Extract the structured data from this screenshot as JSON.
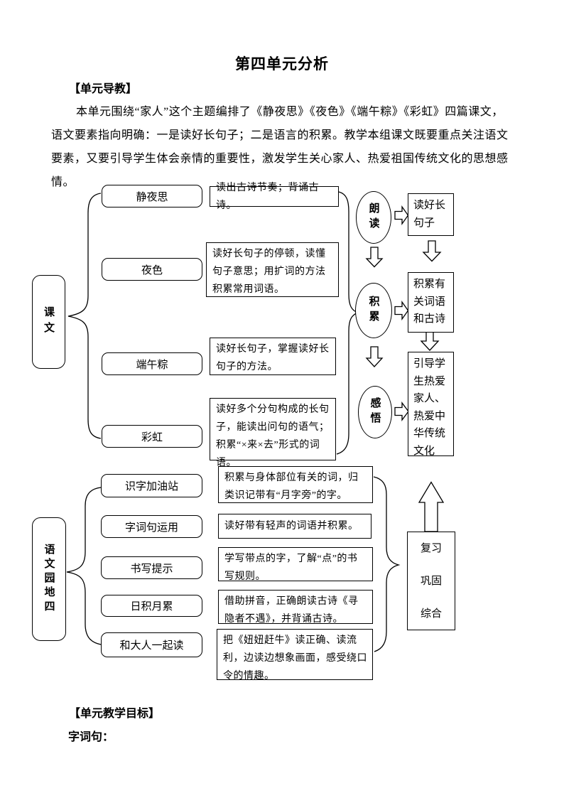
{
  "doc": {
    "title": "第四单元分析",
    "guide_header": "【单元导教】",
    "guide_paragraph": "本单元围绕“家人”这个主题编排了《静夜思》《夜色》《端午粽》《彩虹》四篇课文，语文要素指向明确：一是读好长句子；二是语言的积累。教学本组课文既要重点关注语文要素，又要引导学生体会亲情的重要性，激发学生关心家人、热爱祖国传统文化的思想感情。",
    "objectives_header": "【单元教学目标】",
    "objectives_sub": "字词句："
  },
  "diagram": {
    "texts_category": "课文",
    "texts": [
      {
        "label": "静夜思",
        "desc": "读出古诗节奏；背诵古诗。"
      },
      {
        "label": "夜色",
        "desc": "读好长句子的停顿，读懂句子意思；用扩词的方法积累常用词语。"
      },
      {
        "label": "端午粽",
        "desc": "读好长句子，掌握读好长句子的方法。"
      },
      {
        "label": "彩虹",
        "desc": "读好多个分句构成的长句子，能读出问句的语气；积累“×来×去”形式的词语。"
      }
    ],
    "methods": [
      {
        "label": "朗读",
        "outcome": "读好长句子"
      },
      {
        "label": "积累",
        "outcome": "积累有关词语和古诗"
      },
      {
        "label": "感悟",
        "outcome": "引导学生热爱家人、热爱中华传统文化"
      }
    ],
    "garden_category": "语文园地四",
    "garden_sections": [
      {
        "label": "识字加油站",
        "desc": "积累与身体部位有关的词，归类识记带有“月字旁”的字。"
      },
      {
        "label": "字词句运用",
        "desc": "读好带有轻声的词语并积累。"
      },
      {
        "label": "书写提示",
        "desc": "学写带点的字，了解“点”的书写规则。"
      },
      {
        "label": "日积月累",
        "desc": "借助拼音，正确朗读古诗《寻隐者不遇》，并背诵古诗。"
      },
      {
        "label": "和大人一起读",
        "desc": "把《妞妞赶牛》读正确、读流利，边读边想象画面，感受绕口令的情趣。"
      }
    ],
    "summary": "复习\n巩固\n综合"
  }
}
